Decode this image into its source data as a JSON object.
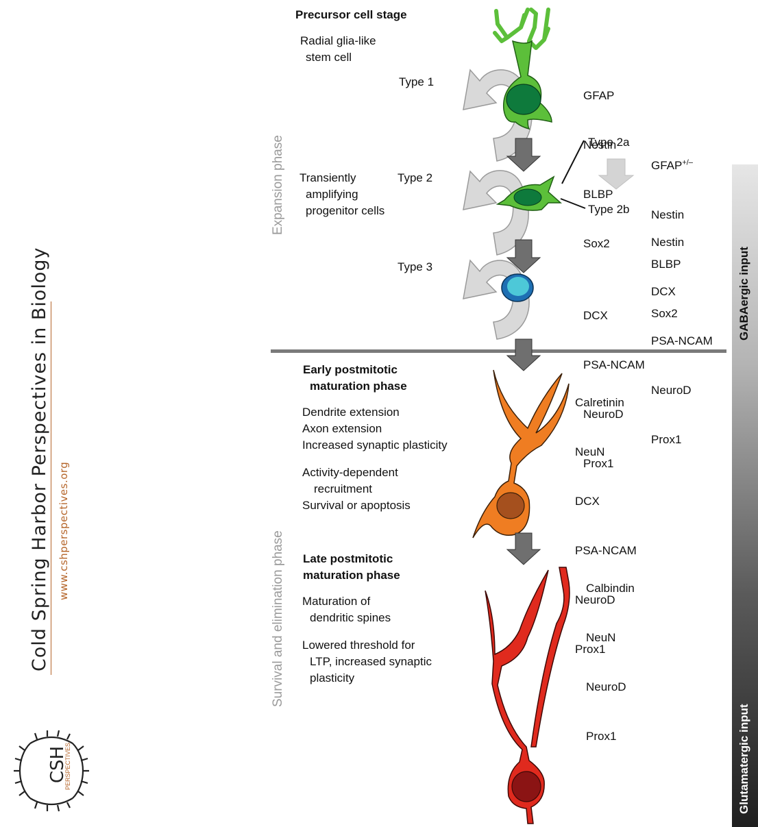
{
  "journal": {
    "name": "Cold Spring Harbor Perspectives in Biology",
    "url": "www.cshperspectives.org",
    "logo_text": "CSH",
    "logo_subtext": "PERSPECTIVES"
  },
  "phases": {
    "expansion": "Expansion phase",
    "survival": "Survival and elimination phase"
  },
  "input_bar": {
    "top_label": "GABAergic input",
    "bottom_label": "Glutamatergic input"
  },
  "precursor": {
    "heading": "Precursor cell stage",
    "radial_glia_line1": "Radial glia-like",
    "radial_glia_line2": "stem cell",
    "transient_line1": "Transiently",
    "transient_line2": "amplifying",
    "transient_line3": "progenitor cells"
  },
  "cell_types": {
    "type1": "Type 1",
    "type2": "Type 2",
    "type2a": "Type 2a",
    "type2b": "Type 2b",
    "type3": "Type 3"
  },
  "markers": {
    "type1": [
      "GFAP",
      "Nestin",
      "BLBP",
      "Sox2"
    ],
    "type2a_first": "GFAP",
    "type2a_first_sup": "+/–",
    "type2a_rest": [
      "Nestin",
      "BLBP",
      "Sox2"
    ],
    "type2b": [
      "Nestin",
      "DCX",
      "PSA-NCAM",
      "NeuroD",
      "Prox1"
    ],
    "type3": [
      "DCX",
      "PSA-NCAM",
      "NeuroD",
      "Prox1"
    ],
    "early": [
      "Calretinin",
      "NeuN",
      "DCX",
      "PSA-NCAM",
      "NeuroD",
      "Prox1"
    ],
    "late": [
      "Calbindin",
      "NeuN",
      "NeuroD",
      "Prox1"
    ]
  },
  "early_phase": {
    "heading_line1": "Early postmitotic",
    "heading_line2": "maturation phase",
    "item1": "Dendrite extension",
    "item2": "Axon extension",
    "item3": "Increased synaptic plasticity",
    "item4_line1": "Activity-dependent",
    "item4_line2": "recruitment",
    "item5": "Survival or apoptosis"
  },
  "late_phase": {
    "heading_line1": "Late postmitotic",
    "heading_line2": "maturation phase",
    "item1_line1": "Maturation of",
    "item1_line2": "dendritic spines",
    "item2_line1": "Lowered threshold for",
    "item2_line2": "LTP, increased synaptic",
    "item2_line3": "plasticity"
  },
  "colors": {
    "type1_cell": "#5cbf3a",
    "type1_nucleus": "#0e7a3c",
    "type3_cell": "#1e6fb3",
    "type3_nucleus": "#4dc8d8",
    "early_neuron": "#ef7d22",
    "early_nucleus": "#a5501e",
    "late_neuron": "#e02a1e",
    "late_nucleus": "#8b1414",
    "arrow_dark": "#6f6f6f",
    "arrow_light": "#d4d4d4",
    "divider": "#7a7a7a",
    "url_color": "#b5652a"
  }
}
